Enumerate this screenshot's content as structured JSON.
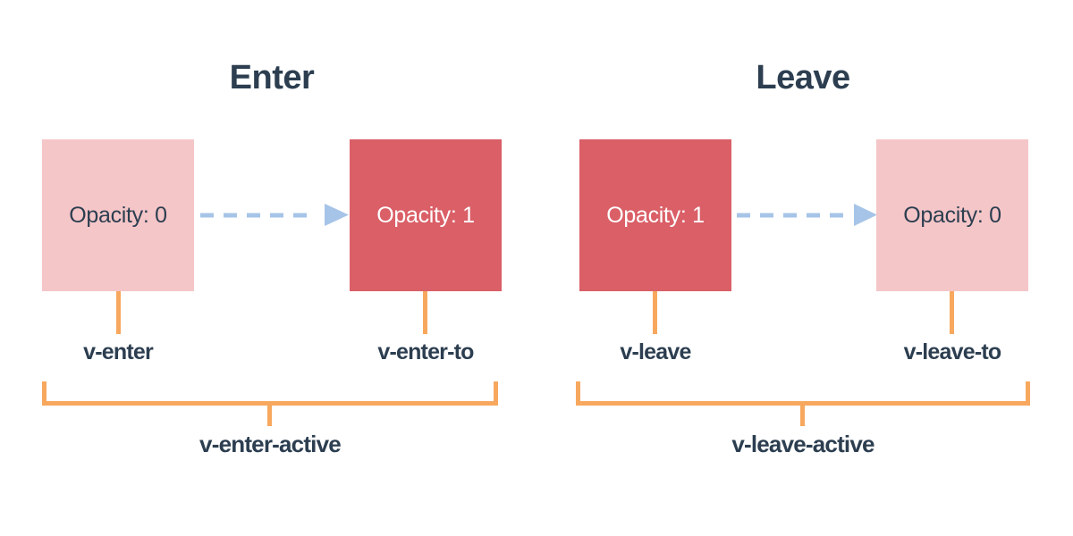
{
  "palette": {
    "background": "#ffffff",
    "box_pink": "#f5c6c8",
    "box_red": "#da5f67",
    "connector_orange": "#f7a85e",
    "arrow_blue": "#a6c4e7",
    "text_dark": "#2c3e50",
    "text_light": "#ffffff"
  },
  "sections": [
    {
      "title": "Enter",
      "start_box": {
        "label": "Opacity: 0"
      },
      "end_box": {
        "label": "Opacity: 1"
      },
      "start_label": "v-enter",
      "end_label": "v-enter-to",
      "active_label": "v-enter-active"
    },
    {
      "title": "Leave",
      "start_box": {
        "label": "Opacity: 1"
      },
      "end_box": {
        "label": "Opacity: 0"
      },
      "start_label": "v-leave",
      "end_label": "v-leave-to",
      "active_label": "v-leave-active"
    }
  ]
}
